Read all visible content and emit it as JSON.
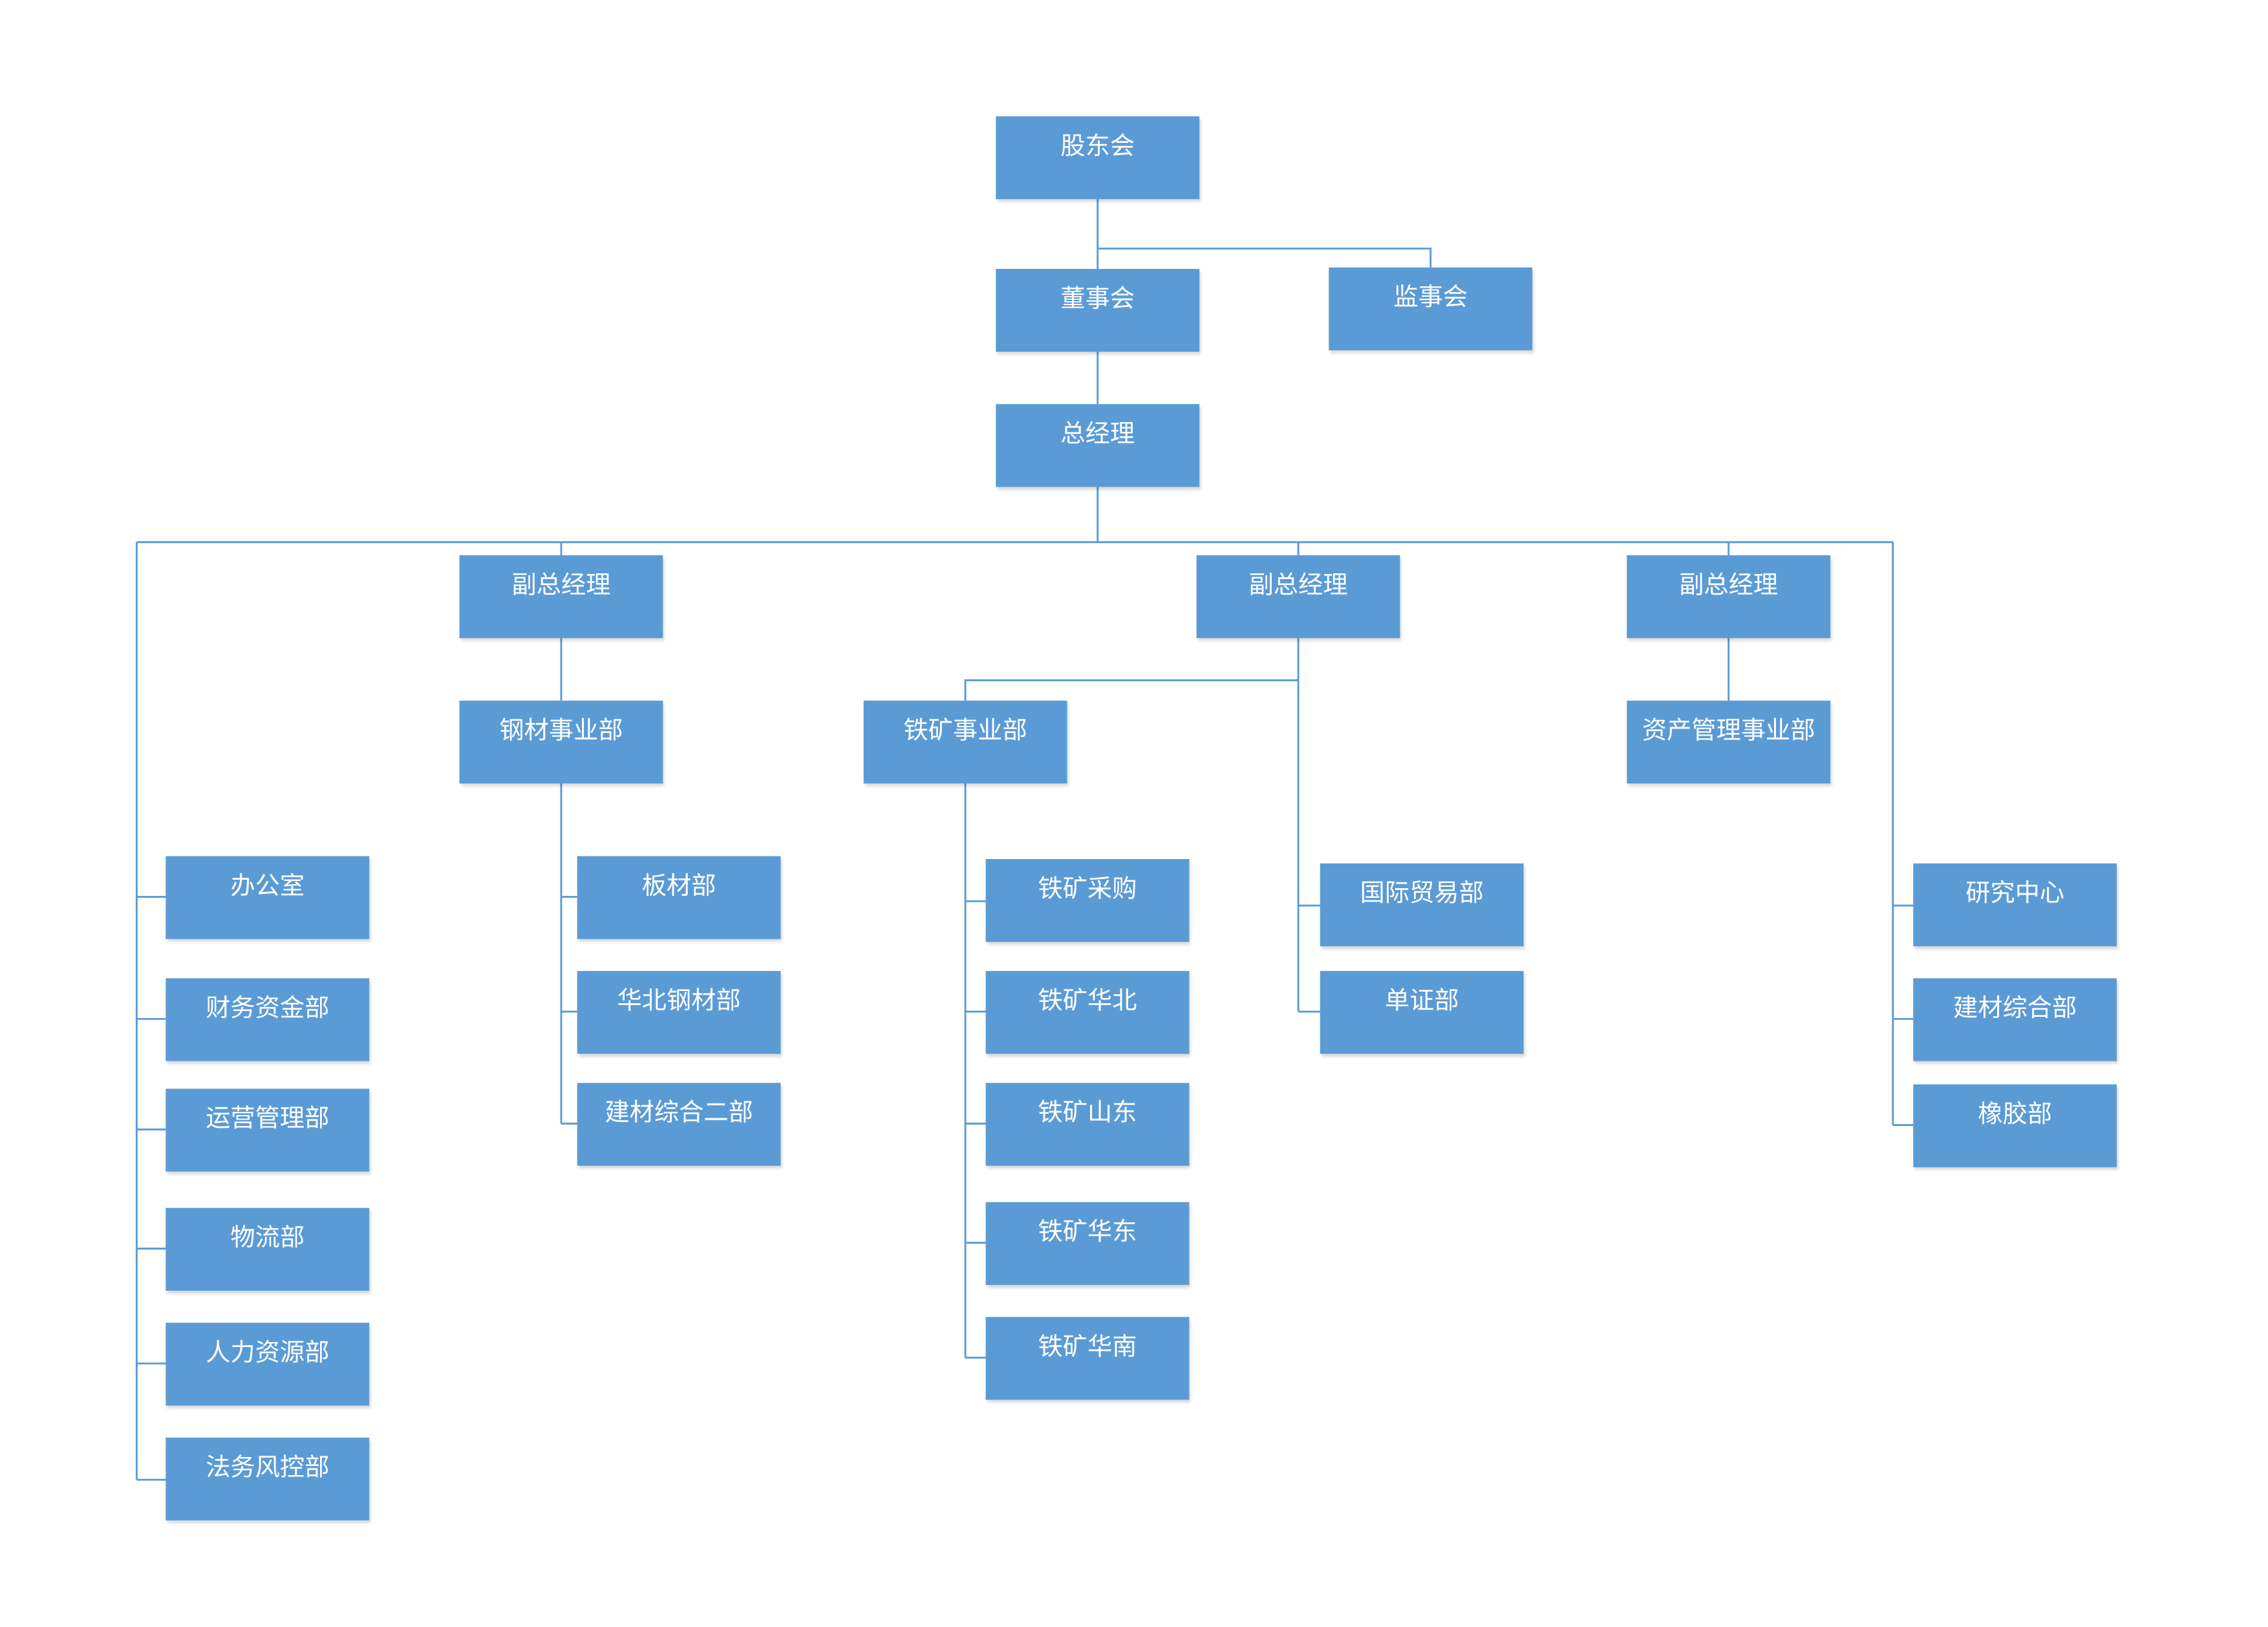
{
  "org_chart": {
    "shareholders": "股东会",
    "board": "董事会",
    "supervisory_board": "监事会",
    "general_manager": "总经理",
    "vice_gm_1": "副总经理",
    "vice_gm_2": "副总经理",
    "vice_gm_3": "副总经理",
    "steel_division": "钢材事业部",
    "iron_ore_division": "铁矿事业部",
    "asset_mgmt_division": "资产管理事业部",
    "functional_departments": [
      "办公室",
      "财务资金部",
      "运营管理部",
      "物流部",
      "人力资源部",
      "法务风控部"
    ],
    "steel_departments": [
      "板材部",
      "华北钢材部",
      "建材综合二部"
    ],
    "iron_ore_departments": [
      "铁矿采购",
      "铁矿华北",
      "铁矿山东",
      "铁矿华东",
      "铁矿华南"
    ],
    "vice_gm_2_departments": [
      "国际贸易部",
      "单证部"
    ],
    "other_departments": [
      "研究中心",
      "建材综合部",
      "橡胶部"
    ]
  }
}
